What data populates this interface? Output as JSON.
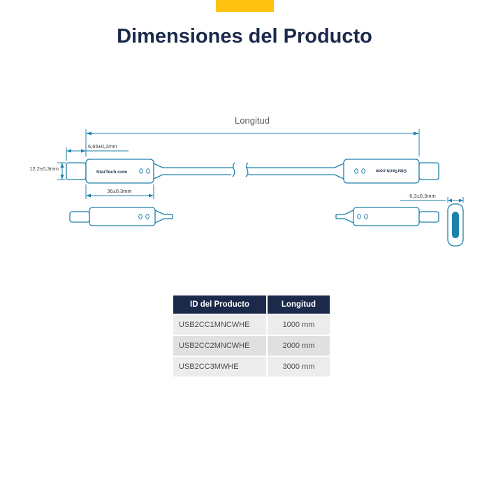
{
  "brand": {
    "accent_color": "#FFC20E",
    "navy_color": "#1B2A4A"
  },
  "header": {
    "title": "Dimensiones del Producto"
  },
  "diagram": {
    "line_color": "#1E81AB",
    "length_label": "Longitud",
    "connector_brand_label": "StarTech.com",
    "dimensions": {
      "tip_width": "6,65±0,2mm",
      "tip_height": "12,2±0,3mm",
      "body_length": "36±0,3mm",
      "plug_width": "6,3±0,3mm"
    }
  },
  "table": {
    "headers": [
      "ID del Producto",
      "Longitud"
    ],
    "rows": [
      {
        "id": "USB2CC1MNCWHE",
        "length": "1000 mm"
      },
      {
        "id": "USB2CC2MNCWHE",
        "length": "2000 mm"
      },
      {
        "id": "USB2CC3MWHE",
        "length": "3000 mm"
      }
    ]
  }
}
